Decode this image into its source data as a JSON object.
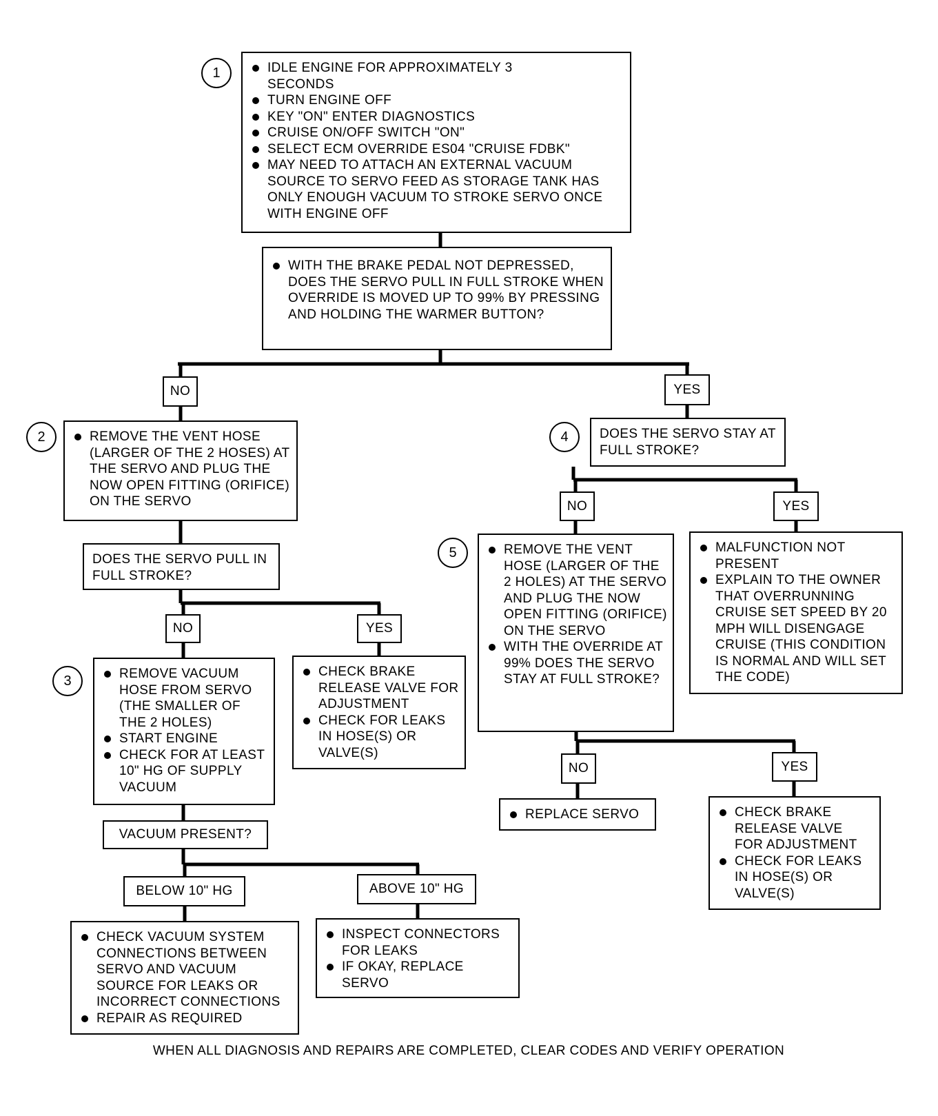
{
  "step1": {
    "number": "1",
    "items": [
      "IDLE ENGINE FOR APPROXIMATELY 3 SECONDS",
      "TURN ENGINE OFF",
      "KEY \"ON\" ENTER DIAGNOSTICS",
      "CRUISE ON/OFF SWITCH \"ON\"",
      "SELECT ECM OVERRIDE ES04 \"CRUISE FDBK\"",
      "MAY NEED TO ATTACH AN EXTERNAL VACUUM SOURCE TO SERVO FEED AS STORAGE TANK HAS ONLY ENOUGH VACUUM TO STROKE SERVO ONCE WITH ENGINE OFF"
    ]
  },
  "question1": {
    "items": [
      "WITH THE BRAKE PEDAL NOT DEPRESSED, DOES THE SERVO PULL IN FULL STROKE WHEN OVERRIDE IS MOVED UP TO 99% BY PRESSING AND HOLDING THE WARMER BUTTON?"
    ]
  },
  "labels": {
    "no": "NO",
    "yes": "YES",
    "below": "BELOW 10\" HG",
    "above": "ABOVE 10\" HG"
  },
  "step2": {
    "number": "2",
    "items": [
      "REMOVE THE VENT HOSE (LARGER OF THE 2 HOSES) AT THE SERVO AND PLUG THE NOW OPEN FITTING (ORIFICE) ON THE SERVO"
    ]
  },
  "question2": {
    "text": "DOES THE SERVO PULL IN FULL STROKE?"
  },
  "step3": {
    "number": "3",
    "items": [
      "REMOVE VACUUM HOSE FROM SERVO (THE SMALLER OF THE 2 HOLES)",
      "START ENGINE",
      "CHECK FOR AT LEAST 10\" HG OF SUPPLY VACUUM"
    ]
  },
  "check_brake_a": {
    "items": [
      "CHECK BRAKE RELEASE VALVE FOR ADJUSTMENT",
      "CHECK FOR LEAKS IN HOSE(S) OR VALVE(S)"
    ]
  },
  "question3": {
    "text": "VACUUM PRESENT?"
  },
  "vacuum_below": {
    "items": [
      "CHECK VACUUM SYSTEM CONNECTIONS BETWEEN SERVO AND VACUUM SOURCE FOR LEAKS OR INCORRECT CONNECTIONS",
      "REPAIR AS REQUIRED"
    ]
  },
  "vacuum_above": {
    "items": [
      "INSPECT CONNECTORS FOR LEAKS",
      "IF OKAY, REPLACE SERVO"
    ]
  },
  "step4": {
    "number": "4",
    "text": "DOES THE SERVO STAY AT FULL STROKE?"
  },
  "step5": {
    "number": "5",
    "items": [
      "REMOVE THE VENT HOSE (LARGER OF THE 2 HOLES) AT THE SERVO AND PLUG THE NOW OPEN FITTING (ORIFICE) ON THE SERVO",
      "WITH THE OVERRIDE AT 99% DOES THE SERVO STAY AT FULL STROKE?"
    ]
  },
  "malfunction": {
    "items": [
      "MALFUNCTION NOT PRESENT",
      "EXPLAIN TO THE OWNER THAT OVERRUNNING CRUISE SET SPEED BY 20 MPH WILL DISENGAGE CRUISE (THIS CONDITION IS NORMAL AND WILL SET THE CODE)"
    ]
  },
  "replace_servo": {
    "items": [
      "REPLACE SERVO"
    ]
  },
  "check_brake_b": {
    "items": [
      "CHECK BRAKE RELEASE VALVE FOR ADJUSTMENT",
      "CHECK FOR LEAKS IN HOSE(S) OR VALVE(S)"
    ]
  },
  "footer": "WHEN ALL DIAGNOSIS AND REPAIRS ARE COMPLETED, CLEAR CODES AND VERIFY OPERATION"
}
